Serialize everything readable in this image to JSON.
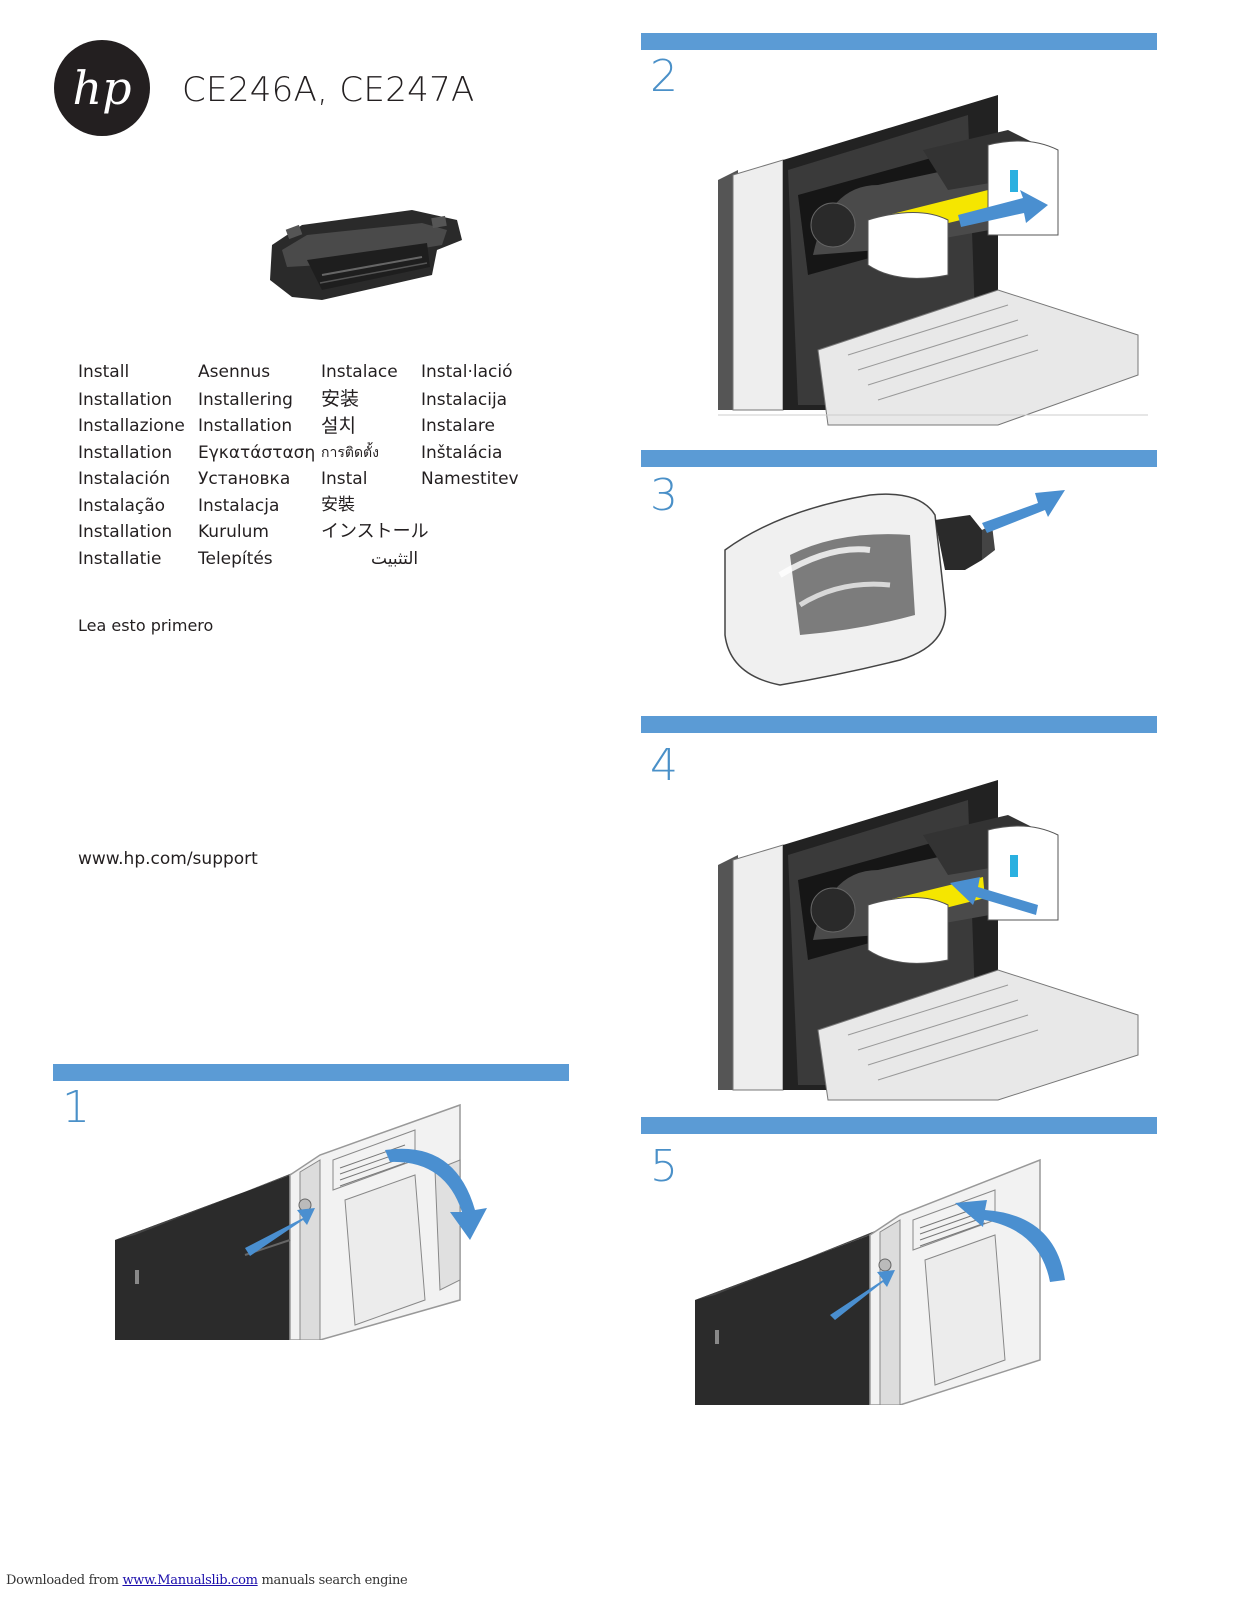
{
  "header": {
    "logo_text": "hp",
    "title": "CE246A, CE247A"
  },
  "languages": {
    "col1": [
      "Install",
      "Installation",
      "Installazione",
      "Installation",
      "Instalación",
      "Instalação",
      "Installation",
      "Installatie"
    ],
    "col2": [
      "Asennus",
      "Installering",
      "Installation",
      "Εγκατάσταση",
      "Установка",
      "Instalacja",
      "Kurulum",
      "Telepítés"
    ],
    "col3": [
      "Instalace",
      "安装",
      "설치",
      "การติดตั้ง",
      "Instal",
      "安裝",
      "インストール",
      "التثبيت"
    ],
    "col4": [
      "Instal·lació",
      "Instalacija",
      "Instalare",
      "Inštalácia",
      "Namestitev"
    ]
  },
  "intro_text": "Lea esto primero",
  "support_url": "www.hp.com/support",
  "steps": [
    {
      "number": "1"
    },
    {
      "number": "2"
    },
    {
      "number": "3"
    },
    {
      "number": "4"
    },
    {
      "number": "5"
    }
  ],
  "colors": {
    "step_bar": "#5b9bd5",
    "step_number": "#4a90c8",
    "arrow": "#4a8fd0",
    "highlight_yellow": "#f5e600",
    "printer_dark": "#2b2b2b"
  },
  "footer": {
    "prefix": "Downloaded from ",
    "link_text": "www.Manualslib.com",
    "suffix": " manuals search engine"
  }
}
